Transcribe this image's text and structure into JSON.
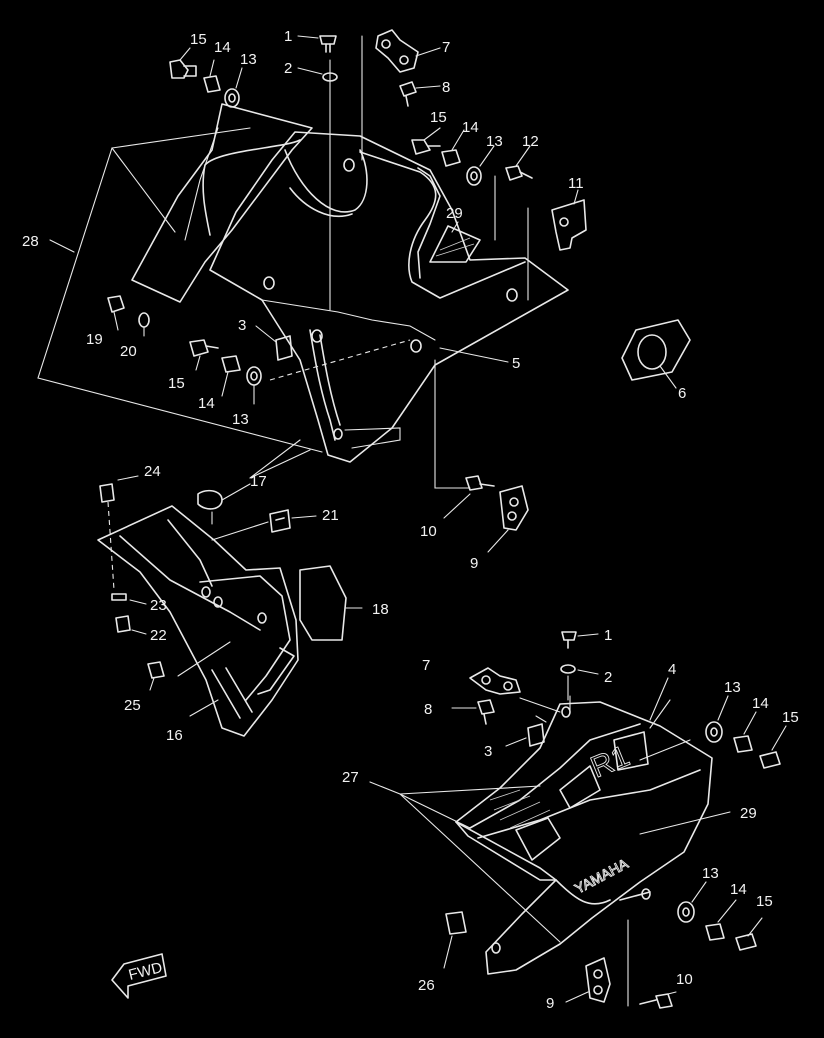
{
  "callouts": [
    {
      "id": "c1a",
      "text": "1"
    },
    {
      "id": "c2a",
      "text": "2"
    },
    {
      "id": "c7a",
      "text": "7"
    },
    {
      "id": "c8a",
      "text": "8"
    },
    {
      "id": "c15a",
      "text": "15"
    },
    {
      "id": "c14a",
      "text": "14"
    },
    {
      "id": "c13a",
      "text": "13"
    },
    {
      "id": "c15b",
      "text": "15"
    },
    {
      "id": "c14b",
      "text": "14"
    },
    {
      "id": "c13b",
      "text": "13"
    },
    {
      "id": "c12a",
      "text": "12"
    },
    {
      "id": "c11a",
      "text": "11"
    },
    {
      "id": "c28a",
      "text": "28"
    },
    {
      "id": "c29a",
      "text": "29"
    },
    {
      "id": "c19a",
      "text": "19"
    },
    {
      "id": "c20a",
      "text": "20"
    },
    {
      "id": "c3a",
      "text": "3"
    },
    {
      "id": "c5a",
      "text": "5"
    },
    {
      "id": "c6a",
      "text": "6"
    },
    {
      "id": "c15c",
      "text": "15"
    },
    {
      "id": "c14c",
      "text": "14"
    },
    {
      "id": "c13c",
      "text": "13"
    },
    {
      "id": "c24a",
      "text": "24"
    },
    {
      "id": "c17a",
      "text": "17"
    },
    {
      "id": "c21a",
      "text": "21"
    },
    {
      "id": "c10a",
      "text": "10"
    },
    {
      "id": "c9a",
      "text": "9"
    },
    {
      "id": "c23a",
      "text": "23"
    },
    {
      "id": "c22a",
      "text": "22"
    },
    {
      "id": "c18a",
      "text": "18"
    },
    {
      "id": "c25a",
      "text": "25"
    },
    {
      "id": "c16a",
      "text": "16"
    },
    {
      "id": "c1b",
      "text": "1"
    },
    {
      "id": "c2b",
      "text": "2"
    },
    {
      "id": "c7b",
      "text": "7"
    },
    {
      "id": "c4a",
      "text": "4"
    },
    {
      "id": "c8b",
      "text": "8"
    },
    {
      "id": "c3b",
      "text": "3"
    },
    {
      "id": "c13d",
      "text": "13"
    },
    {
      "id": "c14d",
      "text": "14"
    },
    {
      "id": "c15d",
      "text": "15"
    },
    {
      "id": "c27a",
      "text": "27"
    },
    {
      "id": "c29b",
      "text": "29"
    },
    {
      "id": "c13e",
      "text": "13"
    },
    {
      "id": "c14e",
      "text": "14"
    },
    {
      "id": "c15e",
      "text": "15"
    },
    {
      "id": "c26a",
      "text": "26"
    },
    {
      "id": "c10b",
      "text": "10"
    },
    {
      "id": "c9b",
      "text": "9"
    }
  ],
  "fwd_marker": "FWD",
  "cowl_logo": {
    "brand": "YAMAHA",
    "model_mark": "R1"
  }
}
